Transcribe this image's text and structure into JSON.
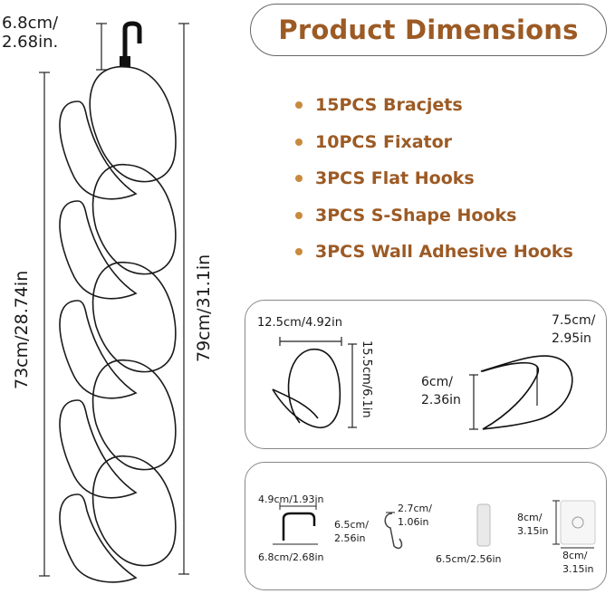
{
  "title": "Product Dimensions",
  "items": [
    "15PCS Bracjets",
    "10PCS Fixator",
    "3PCS Flat Hooks",
    "3PCS S-Shape Hooks",
    "3PCS Wall Adhesive Hooks"
  ],
  "dimensions": {
    "hook_top_line1": "6.8cm/",
    "hook_top_line2": "2.68in.",
    "chain_length": "73cm/28.74in",
    "total_length": "79cm/31.1in"
  },
  "bracket_panel": {
    "width_label": "12.5cm/4.92in",
    "height_label": "15.5cm/6.1in",
    "fix_width_line1": "7.5cm/",
    "fix_width_line2": "2.95in",
    "fix_height_line1": "6cm/",
    "fix_height_line2": "2.36in"
  },
  "hooks_panel": {
    "flat_top": "4.9cm/1.93in",
    "flat_bottom": "6.8cm/2.68in",
    "s_width_line1": "2.7cm/",
    "s_width_line2": "1.06in",
    "s_height_line1": "6.5cm/",
    "s_height_line2": "2.56in",
    "clip_label": "6.5cm/2.56in",
    "adhesive_h_line1": "8cm/",
    "adhesive_h_line2": "3.15in",
    "adhesive_w_line1": "8cm/",
    "adhesive_w_line2": "3.15in"
  }
}
